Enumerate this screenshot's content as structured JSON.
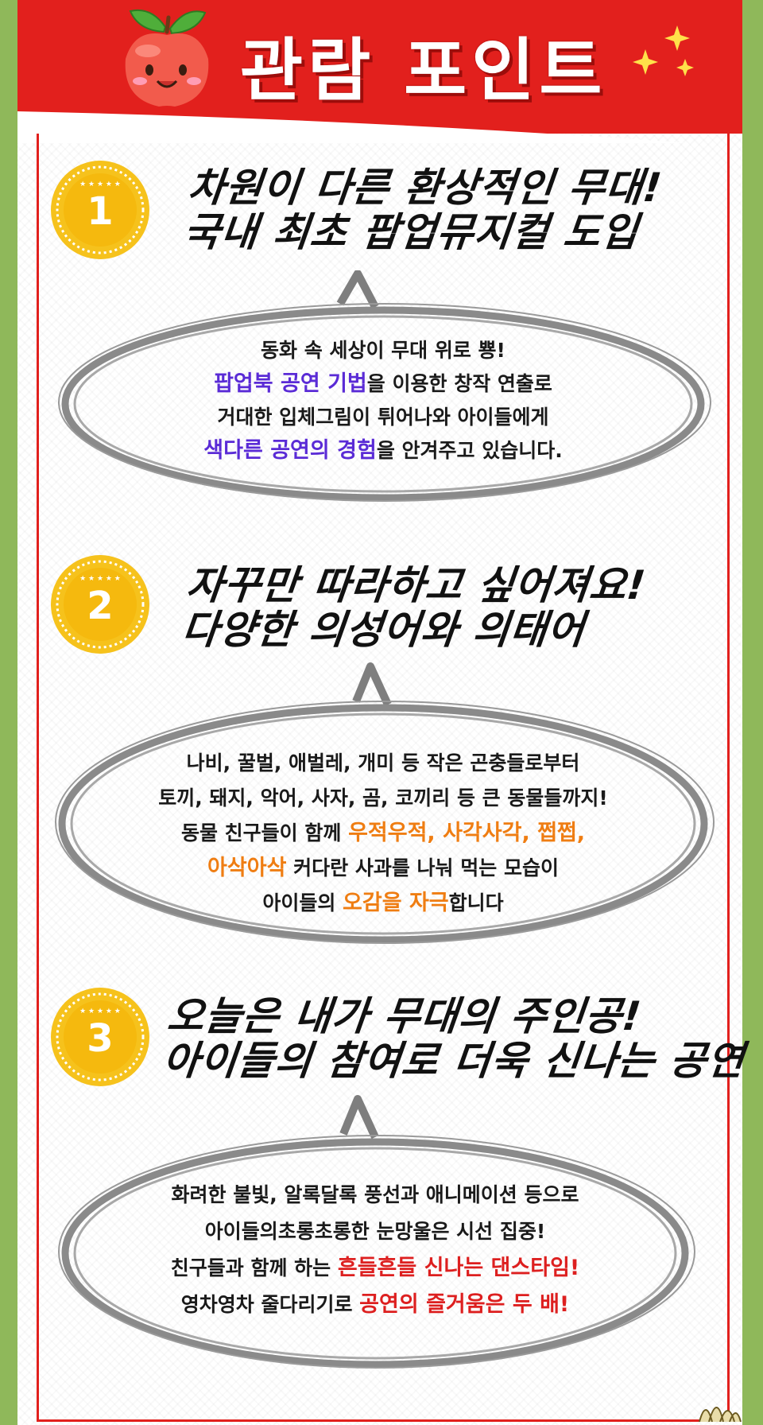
{
  "header": {
    "title": "관람 포인트"
  },
  "points": [
    {
      "number": "1",
      "title": [
        "차원이 다른 환상적인 무대!",
        "국내 최초 팝업뮤지컬 도입"
      ],
      "desc": [
        [
          "동화 속 세상이 무대 위로 뿅!"
        ],
        [
          "팝업북 공연 기법",
          "을 이용한 창작 연출로"
        ],
        [
          "거대한 입체그림이 튀어나와 아이들에게"
        ],
        [
          "색다른 공연의 경험",
          "을 안겨주고 있습니다."
        ]
      ]
    },
    {
      "number": "2",
      "title": [
        "자꾸만 따라하고 싶어져요!",
        "다양한 의성어와 의태어"
      ],
      "desc": [
        [
          "나비, 꿀벌, 애벌레, 개미 등 작은 곤충들로부터"
        ],
        [
          "토끼, 돼지, 악어, 사자, 곰, 코끼리 등 큰 동물들까지!"
        ],
        [
          "동물 친구들이 함께 ",
          "우적우적, 사각사각, 쩝쩝,"
        ],
        [
          "아삭아삭",
          " 커다란 사과를 나눠 먹는 모습이"
        ],
        [
          "아이들의 ",
          "오감을 자극",
          "합니다"
        ]
      ]
    },
    {
      "number": "3",
      "title": [
        "오늘은 내가 무대의 주인공!",
        "아이들의 참여로 더욱 신나는 공연"
      ],
      "desc": [
        [
          "화려한 불빛, 알록달록 풍선과 애니메이션 등으로"
        ],
        [
          "아이들의초롱초롱한 눈망울은 시선 집중!"
        ],
        [
          "친구들과 함께 하는 ",
          "흔들흔들 신나는 댄스타임!"
        ],
        [
          "영차영차 줄다리기로 ",
          "공연의 즐거움은 두 배!"
        ]
      ]
    }
  ],
  "colors": {
    "header_red": "#e2201d",
    "side_green": "#8fb85a",
    "medal_gold": "#f6c21c",
    "highlight_purple": "#5a2bd6",
    "highlight_orange": "#ef7d12",
    "highlight_red": "#dd1f1f"
  },
  "icons": [
    "apple-mascot-icon",
    "sparkle-icon",
    "medal-icon",
    "speech-bubble-icon"
  ]
}
